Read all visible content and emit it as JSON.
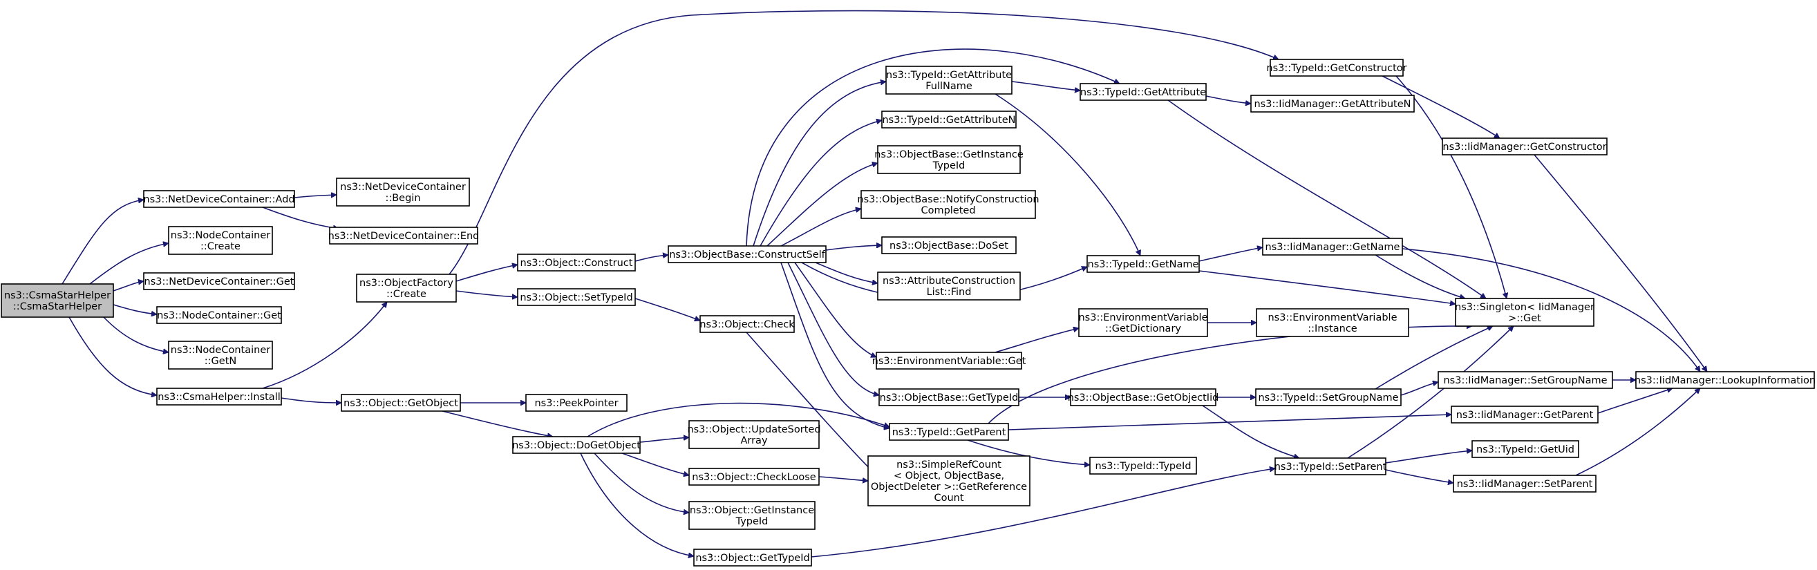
{
  "diagram": {
    "colors": {
      "edge": "#191970",
      "node_fill": "#ffffff",
      "root_fill": "#bfbfbf",
      "node_stroke": "#000000"
    },
    "nodes": {
      "csmastar": {
        "lines": [
          "ns3::CsmaStarHelper",
          "::CsmaStarHelper"
        ],
        "root": true
      },
      "ndc_add": {
        "lines": [
          "ns3::NetDeviceContainer::Add"
        ]
      },
      "nc_create": {
        "lines": [
          "ns3::NodeContainer",
          "::Create"
        ]
      },
      "ndc_get": {
        "lines": [
          "ns3::NetDeviceContainer::Get"
        ]
      },
      "nc_get": {
        "lines": [
          "ns3::NodeContainer::Get"
        ]
      },
      "nc_getn": {
        "lines": [
          "ns3::NodeContainer",
          "::GetN"
        ]
      },
      "csma_install": {
        "lines": [
          "ns3::CsmaHelper::Install"
        ]
      },
      "ndc_begin": {
        "lines": [
          "ns3::NetDeviceContainer",
          "::Begin"
        ]
      },
      "ndc_end": {
        "lines": [
          "ns3::NetDeviceContainer::End"
        ]
      },
      "objfactory_create": {
        "lines": [
          "ns3::ObjectFactory",
          "::Create"
        ]
      },
      "obj_getobject": {
        "lines": [
          "ns3::Object::GetObject"
        ]
      },
      "obj_construct": {
        "lines": [
          "ns3::Object::Construct"
        ]
      },
      "obj_settypeid": {
        "lines": [
          "ns3::Object::SetTypeId"
        ]
      },
      "peekpointer": {
        "lines": [
          "ns3::PeekPointer"
        ]
      },
      "obj_dogetobject": {
        "lines": [
          "ns3::Object::DoGetObject"
        ]
      },
      "objbase_constructself": {
        "lines": [
          "ns3::ObjectBase::ConstructSelf"
        ]
      },
      "obj_check": {
        "lines": [
          "ns3::Object::Check"
        ]
      },
      "obj_updatesorted": {
        "lines": [
          "ns3::Object::UpdateSorted",
          "Array"
        ]
      },
      "obj_checkloose": {
        "lines": [
          "ns3::Object::CheckLoose"
        ]
      },
      "obj_getinstancetypeid": {
        "lines": [
          "ns3::Object::GetInstance",
          "TypeId"
        ]
      },
      "obj_gettypeid": {
        "lines": [
          "ns3::Object::GetTypeId"
        ]
      },
      "tid_getattrfullname": {
        "lines": [
          "ns3::TypeId::GetAttribute",
          "FullName"
        ]
      },
      "tid_getattrn": {
        "lines": [
          "ns3::TypeId::GetAttributeN"
        ]
      },
      "objbase_getinstancetypeid": {
        "lines": [
          "ns3::ObjectBase::GetInstance",
          "TypeId"
        ]
      },
      "objbase_notify": {
        "lines": [
          "ns3::ObjectBase::NotifyConstruction",
          "Completed"
        ]
      },
      "objbase_doset": {
        "lines": [
          "ns3::ObjectBase::DoSet"
        ]
      },
      "attr_find": {
        "lines": [
          "ns3::AttributeConstruction",
          "List::Find"
        ]
      },
      "envvar_get": {
        "lines": [
          "ns3::EnvironmentVariable::Get"
        ]
      },
      "objbase_gettypeid": {
        "lines": [
          "ns3::ObjectBase::GetTypeId"
        ]
      },
      "tid_getparent": {
        "lines": [
          "ns3::TypeId::GetParent"
        ]
      },
      "simplerefcount": {
        "lines": [
          "ns3::SimpleRefCount",
          "< Object, ObjectBase,",
          "ObjectDeleter >::GetReference",
          "Count"
        ]
      },
      "tid_typeid": {
        "lines": [
          "ns3::TypeId::TypeId"
        ]
      },
      "tid_getattribute": {
        "lines": [
          "ns3::TypeId::GetAttribute"
        ]
      },
      "tid_getname": {
        "lines": [
          "ns3::TypeId::GetName"
        ]
      },
      "envvar_getdict": {
        "lines": [
          "ns3::EnvironmentVariable",
          "::GetDictionary"
        ]
      },
      "objbase_getobjectiid": {
        "lines": [
          "ns3::ObjectBase::GetObjectIid"
        ]
      },
      "tid_getconstructor": {
        "lines": [
          "ns3::TypeId::GetConstructor"
        ]
      },
      "iid_getattrn": {
        "lines": [
          "ns3::IidManager::GetAttributeN"
        ]
      },
      "iid_getname": {
        "lines": [
          "ns3::IidManager::GetName"
        ]
      },
      "envvar_instance": {
        "lines": [
          "ns3::EnvironmentVariable",
          "::Instance"
        ]
      },
      "tid_setgroupname": {
        "lines": [
          "ns3::TypeId::SetGroupName"
        ]
      },
      "tid_setparent": {
        "lines": [
          "ns3::TypeId::SetParent"
        ]
      },
      "iid_getconstructor": {
        "lines": [
          "ns3::IidManager::GetConstructor"
        ]
      },
      "singleton_get": {
        "lines": [
          "ns3::Singleton< IidManager",
          ">::Get"
        ]
      },
      "iid_setgroupname": {
        "lines": [
          "ns3::IidManager::SetGroupName"
        ]
      },
      "iid_getparent": {
        "lines": [
          "ns3::IidManager::GetParent"
        ]
      },
      "tid_getuid": {
        "lines": [
          "ns3::TypeId::GetUid"
        ]
      },
      "iid_setparent": {
        "lines": [
          "ns3::IidManager::SetParent"
        ]
      },
      "iid_lookup": {
        "lines": [
          "ns3::IidManager::LookupInformation"
        ]
      }
    }
  }
}
